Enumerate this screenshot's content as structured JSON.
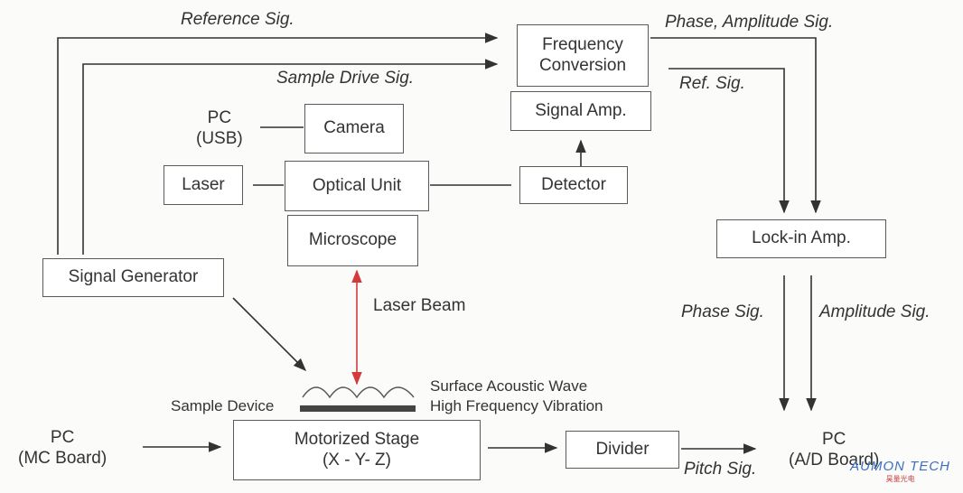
{
  "boxes": {
    "frequency_conversion": "Frequency\nConversion",
    "signal_amp": "Signal Amp.",
    "camera": "Camera",
    "laser": "Laser",
    "optical_unit": "Optical Unit",
    "detector": "Detector",
    "microscope": "Microscope",
    "signal_generator": "Signal Generator",
    "lockin_amp": "Lock-in Amp.",
    "motorized_stage": "Motorized Stage\n(X - Y- Z)",
    "divider": "Divider"
  },
  "labels": {
    "reference_sig": "Reference Sig.",
    "sample_drive_sig": "Sample Drive Sig.",
    "phase_amplitude_sig": "Phase, Amplitude Sig.",
    "ref_sig": "Ref. Sig.",
    "pc_usb": "PC\n(USB)",
    "laser_beam": "Laser Beam",
    "phase_sig": "Phase Sig.",
    "amplitude_sig": "Amplitude Sig.",
    "surface_acoustic_wave": "Surface Acoustic Wave",
    "high_frequency_vibration": "High Frequency Vibration",
    "sample_device": "Sample Device",
    "pc_mc_board": "PC\n(MC Board)",
    "pc_ad_board": "PC\n(A/D Board)",
    "pitch_sig": "Pitch Sig."
  },
  "logo": {
    "text": "AUMON TECH",
    "subtext": "昊量光电"
  },
  "colors": {
    "line": "#333333",
    "laser_beam": "#d23b3b",
    "box_border": "#5a5a5a"
  }
}
